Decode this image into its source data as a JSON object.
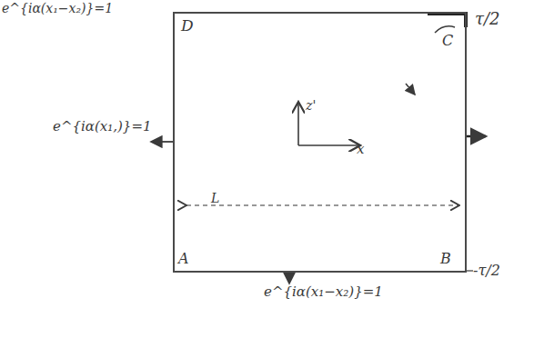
{
  "diagram": {
    "nodes": [
      {
        "text": [
          "D",
          "C",
          "A",
          "B",
          "z'",
          "x",
          "L"
        ]
      }
    ],
    "labels": [
      "e^{iα(x₁−x₂)}=1",
      "τ/2",
      "e^{iα(x₁,)}=1",
      "-τ/2",
      "e^{iα(x₁−x₂)}=1"
    ]
  }
}
